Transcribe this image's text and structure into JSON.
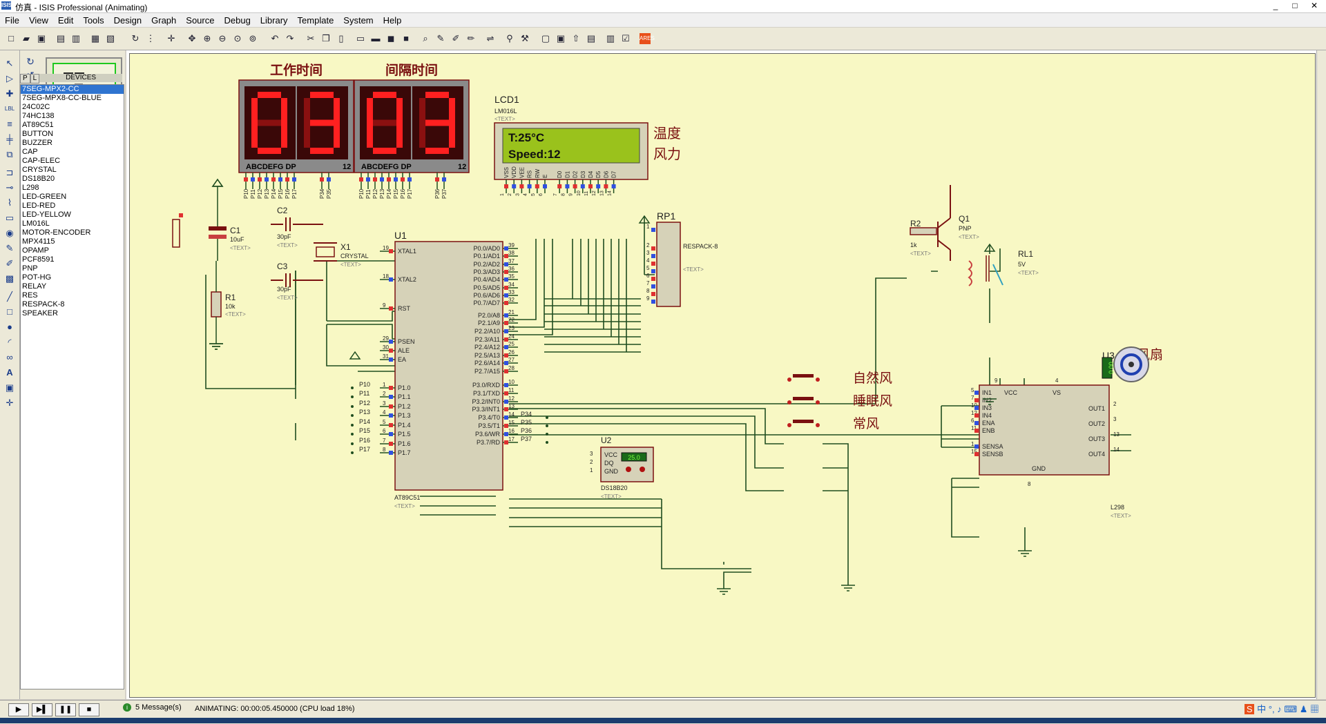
{
  "window": {
    "title": "仿真 - ISIS Professional (Animating)",
    "app_icon": "ISIS",
    "minimize": "_",
    "maximize": "□",
    "close": "✕"
  },
  "menu": [
    "File",
    "View",
    "Edit",
    "Tools",
    "Design",
    "Graph",
    "Source",
    "Debug",
    "Library",
    "Template",
    "System",
    "Help"
  ],
  "sidebar": {
    "rotation_value": "0",
    "tabs": {
      "p": "P",
      "l": "L",
      "label": "DEVICES"
    },
    "devices": [
      "7SEG-MPX2-CC",
      "7SEG-MPX8-CC-BLUE",
      "24C02C",
      "74HC138",
      "AT89C51",
      "BUTTON",
      "BUZZER",
      "CAP",
      "CAP-ELEC",
      "CRYSTAL",
      "DS18B20",
      "L298",
      "LED-GREEN",
      "LED-RED",
      "LED-YELLOW",
      "LM016L",
      "MOTOR-ENCODER",
      "MPX4115",
      "OPAMP",
      "PCF8591",
      "PNP",
      "POT-HG",
      "RELAY",
      "RES",
      "RESPACK-8",
      "SPEAKER"
    ],
    "selected_index": 0
  },
  "schematic": {
    "display1": {
      "title": "工作时间",
      "digits": "03",
      "seg_label": "ABCDEFG  DP",
      "seg_num": "12",
      "pins": [
        "P10",
        "P11",
        "P12",
        "P13",
        "P14",
        "P15",
        "P16",
        "P17",
        "P34",
        "P35"
      ]
    },
    "display2": {
      "title": "间隔时间",
      "digits": "03",
      "seg_label": "ABCDEFG  DP",
      "seg_num": "12",
      "pins": [
        "P10",
        "P11",
        "P12",
        "P13",
        "P14",
        "P15",
        "P16",
        "P17",
        "P36",
        "P37"
      ]
    },
    "lcd": {
      "ref": "LCD1",
      "part": "LM016L",
      "text_tag": "<TEXT>",
      "line1": "T:25°C",
      "line2": "Speed:12",
      "label1": "温度",
      "label2": "风力",
      "pins": [
        "VSS",
        "VDD",
        "VEE",
        "RS",
        "RW",
        "E",
        "D0",
        "D1",
        "D2",
        "D3",
        "D4",
        "D5",
        "D6",
        "D7"
      ],
      "pin_nums": [
        "1",
        "2",
        "3",
        "4",
        "5",
        "6",
        "7",
        "8",
        "9",
        "10",
        "11",
        "12",
        "13",
        "14"
      ]
    },
    "mcu": {
      "ref": "U1",
      "part": "AT89C51",
      "text_tag": "<TEXT>",
      "left_pins": [
        [
          "19",
          "XTAL1"
        ],
        [
          "18",
          "XTAL2"
        ],
        [
          "9",
          "RST"
        ],
        [
          "29",
          "PSEN"
        ],
        [
          "30",
          "ALE"
        ],
        [
          "31",
          "EA"
        ],
        [
          "1",
          "P1.0"
        ],
        [
          "2",
          "P1.1"
        ],
        [
          "3",
          "P1.2"
        ],
        [
          "4",
          "P1.3"
        ],
        [
          "5",
          "P1.4"
        ],
        [
          "6",
          "P1.5"
        ],
        [
          "7",
          "P1.6"
        ],
        [
          "8",
          "P1.7"
        ]
      ],
      "right_pins": [
        [
          "39",
          "P0.0/AD0"
        ],
        [
          "38",
          "P0.1/AD1"
        ],
        [
          "37",
          "P0.2/AD2"
        ],
        [
          "36",
          "P0.3/AD3"
        ],
        [
          "35",
          "P0.4/AD4"
        ],
        [
          "34",
          "P0.5/AD5"
        ],
        [
          "33",
          "P0.6/AD6"
        ],
        [
          "32",
          "P0.7/AD7"
        ],
        [
          "21",
          "P2.0/A8"
        ],
        [
          "22",
          "P2.1/A9"
        ],
        [
          "23",
          "P2.2/A10"
        ],
        [
          "24",
          "P2.3/A11"
        ],
        [
          "25",
          "P2.4/A12"
        ],
        [
          "26",
          "P2.5/A13"
        ],
        [
          "27",
          "P2.6/A14"
        ],
        [
          "28",
          "P2.7/A15"
        ],
        [
          "10",
          "P3.0/RXD"
        ],
        [
          "11",
          "P3.1/TXD"
        ],
        [
          "12",
          "P3.2/INT0"
        ],
        [
          "13",
          "P3.3/INT1"
        ],
        [
          "14",
          "P3.4/T0"
        ],
        [
          "15",
          "P3.5/T1"
        ],
        [
          "16",
          "P3.6/WR"
        ],
        [
          "17",
          "P3.7/RD"
        ]
      ],
      "p1_labels": [
        "P10",
        "P11",
        "P12",
        "P13",
        "P14",
        "P15",
        "P16",
        "P17"
      ],
      "p3_labels": [
        "P34",
        "P35",
        "P36",
        "P37"
      ]
    },
    "c1": {
      "ref": "C1",
      "value": "10uF",
      "text_tag": "<TEXT>"
    },
    "c2": {
      "ref": "C2",
      "value": "30pF",
      "text_tag": "<TEXT>"
    },
    "c3": {
      "ref": "C3",
      "value": "30pF",
      "text_tag": "<TEXT>"
    },
    "x1": {
      "ref": "X1",
      "part": "CRYSTAL",
      "text_tag": "<TEXT>"
    },
    "r1": {
      "ref": "R1",
      "value": "10k",
      "text_tag": "<TEXT>"
    },
    "r2": {
      "ref": "R2",
      "value": "1k",
      "text_tag": "<TEXT>"
    },
    "rp1": {
      "ref": "RP1",
      "part": "RESPACK-8",
      "text_tag": "<TEXT>",
      "pins": [
        "1",
        "2",
        "3",
        "4",
        "5",
        "6",
        "7",
        "8",
        "9"
      ]
    },
    "q1": {
      "ref": "Q1",
      "part": "PNP",
      "text_tag": "<TEXT>"
    },
    "rl1": {
      "ref": "RL1",
      "value": "5V",
      "text_tag": "<TEXT>"
    },
    "u2": {
      "ref": "U2",
      "part": "DS18B20",
      "text_tag": "<TEXT>",
      "pins": [
        "VCC",
        "DQ",
        "GND"
      ],
      "pin_nums": [
        "3",
        "2",
        "1"
      ],
      "reading": "25.0"
    },
    "u3": {
      "ref": "U3",
      "part": "L298",
      "text_tag": "<TEXT>",
      "label": "风扇",
      "left_pins": [
        [
          "5",
          "IN1"
        ],
        [
          "7",
          "IN2"
        ],
        [
          "10",
          "IN3"
        ],
        [
          "12",
          "IN4"
        ],
        [
          "6",
          "ENA"
        ],
        [
          "11",
          "ENB"
        ],
        [
          "1",
          "SENSA"
        ],
        [
          "15",
          "SENSB"
        ]
      ],
      "right_pins": [
        [
          "2",
          "OUT1"
        ],
        [
          "3",
          "OUT2"
        ],
        [
          "13",
          "OUT3"
        ],
        [
          "14",
          "OUT4"
        ]
      ],
      "top": {
        "vcc": "VCC",
        "vs": "VS",
        "n9": "9",
        "n4": "4"
      },
      "gnd": "GND",
      "n8": "8"
    },
    "motor_reading": "0.00",
    "buttons": [
      "自然风",
      "睡眠风",
      "常风"
    ]
  },
  "status": {
    "messages": "5 Message(s)",
    "animating": "ANIMATING: 00:00:05.450000 (CPU load 18%)"
  },
  "colors": {
    "sheet": "#f8f8c4",
    "wire": "#1f4d1f",
    "component": "#7a1010",
    "component_fill": "#d6d2b8",
    "pin_red": "#e03030",
    "pin_blue": "#3050e0",
    "lcd_bg": "#9ac21c",
    "seg_on": "#ff2020",
    "seg_bg": "#8a1010"
  }
}
